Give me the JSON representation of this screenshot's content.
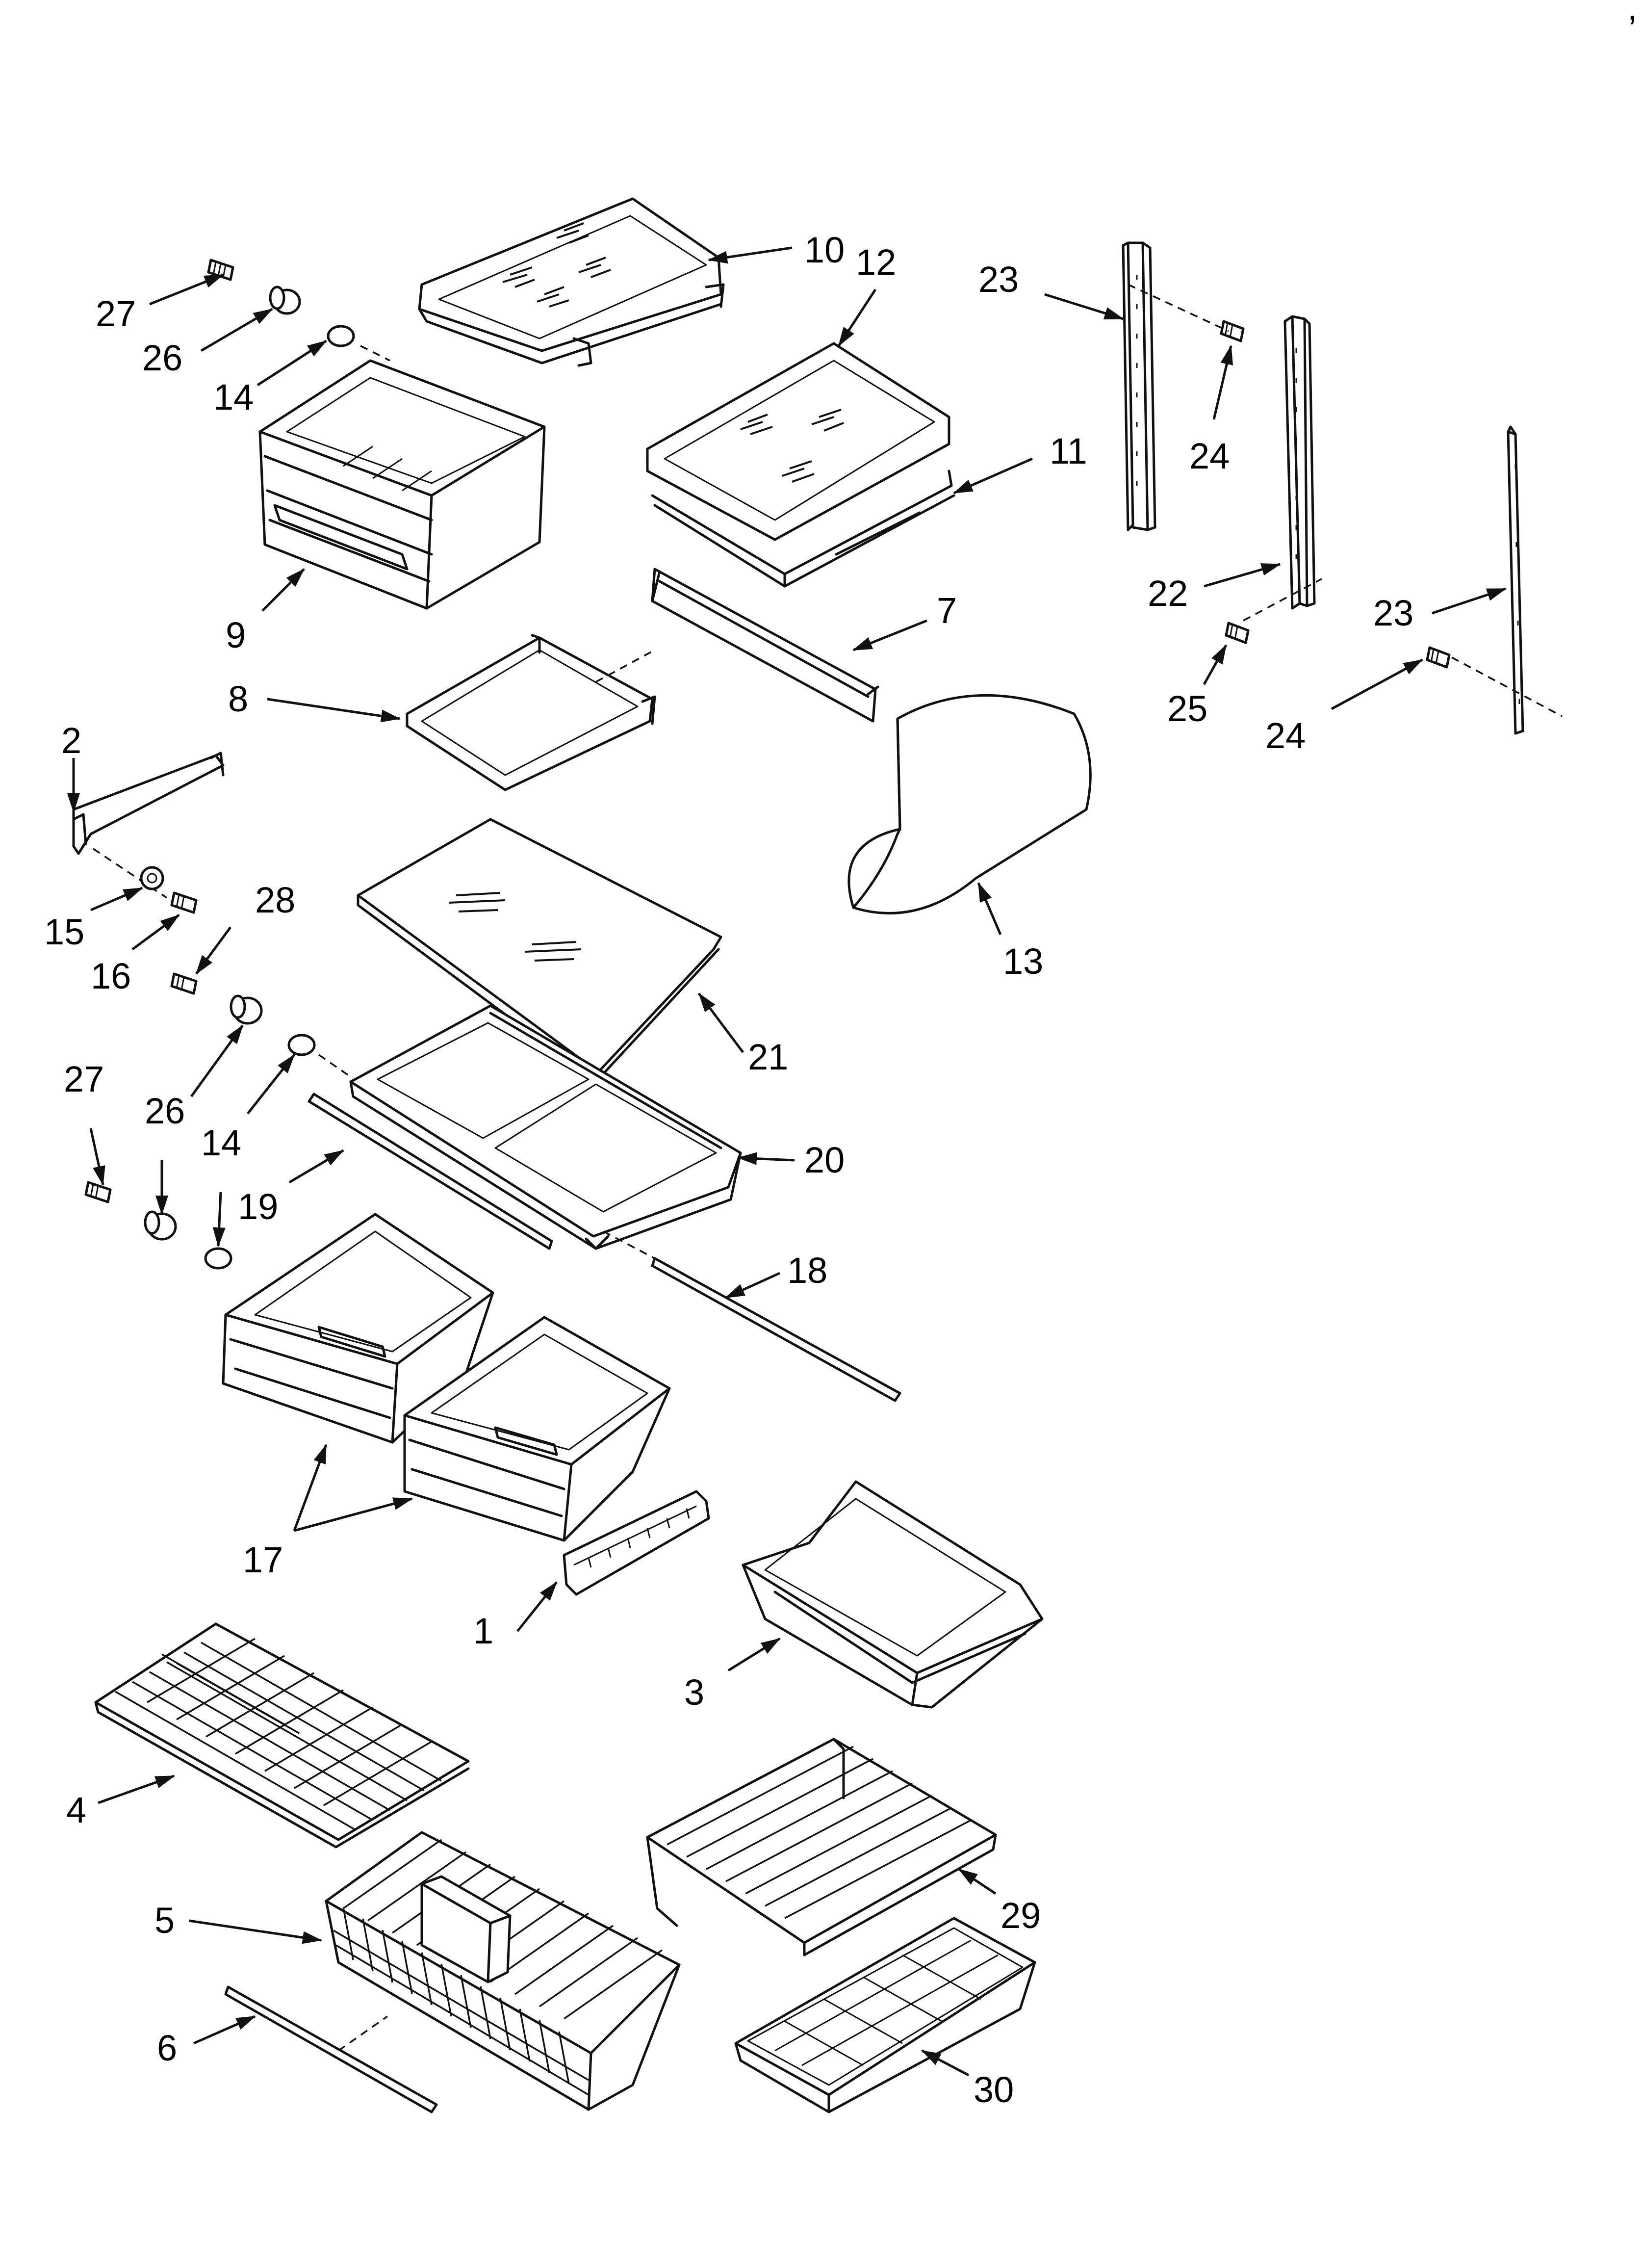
{
  "diagram": {
    "callouts": [
      {
        "id": "c1",
        "text": "1"
      },
      {
        "id": "c2",
        "text": "2"
      },
      {
        "id": "c3",
        "text": "3"
      },
      {
        "id": "c4",
        "text": "4"
      },
      {
        "id": "c5",
        "text": "5"
      },
      {
        "id": "c6",
        "text": "6"
      },
      {
        "id": "c7",
        "text": "7"
      },
      {
        "id": "c8",
        "text": "8"
      },
      {
        "id": "c9",
        "text": "9"
      },
      {
        "id": "c10",
        "text": "10"
      },
      {
        "id": "c11",
        "text": "11"
      },
      {
        "id": "c12",
        "text": "12"
      },
      {
        "id": "c13",
        "text": "13"
      },
      {
        "id": "c14a",
        "text": "14"
      },
      {
        "id": "c14b",
        "text": "14"
      },
      {
        "id": "c15",
        "text": "15"
      },
      {
        "id": "c16",
        "text": "16"
      },
      {
        "id": "c17",
        "text": "17"
      },
      {
        "id": "c18",
        "text": "18"
      },
      {
        "id": "c19",
        "text": "19"
      },
      {
        "id": "c20",
        "text": "20"
      },
      {
        "id": "c21",
        "text": "21"
      },
      {
        "id": "c22",
        "text": "22"
      },
      {
        "id": "c23a",
        "text": "23"
      },
      {
        "id": "c23b",
        "text": "23"
      },
      {
        "id": "c24a",
        "text": "24"
      },
      {
        "id": "c24b",
        "text": "24"
      },
      {
        "id": "c25",
        "text": "25"
      },
      {
        "id": "c26a",
        "text": "26"
      },
      {
        "id": "c26b",
        "text": "26"
      },
      {
        "id": "c27a",
        "text": "27"
      },
      {
        "id": "c27b",
        "text": "27"
      },
      {
        "id": "c28",
        "text": "28"
      },
      {
        "id": "c29",
        "text": "29"
      },
      {
        "id": "c30",
        "text": "30"
      }
    ],
    "corner_mark": ","
  }
}
